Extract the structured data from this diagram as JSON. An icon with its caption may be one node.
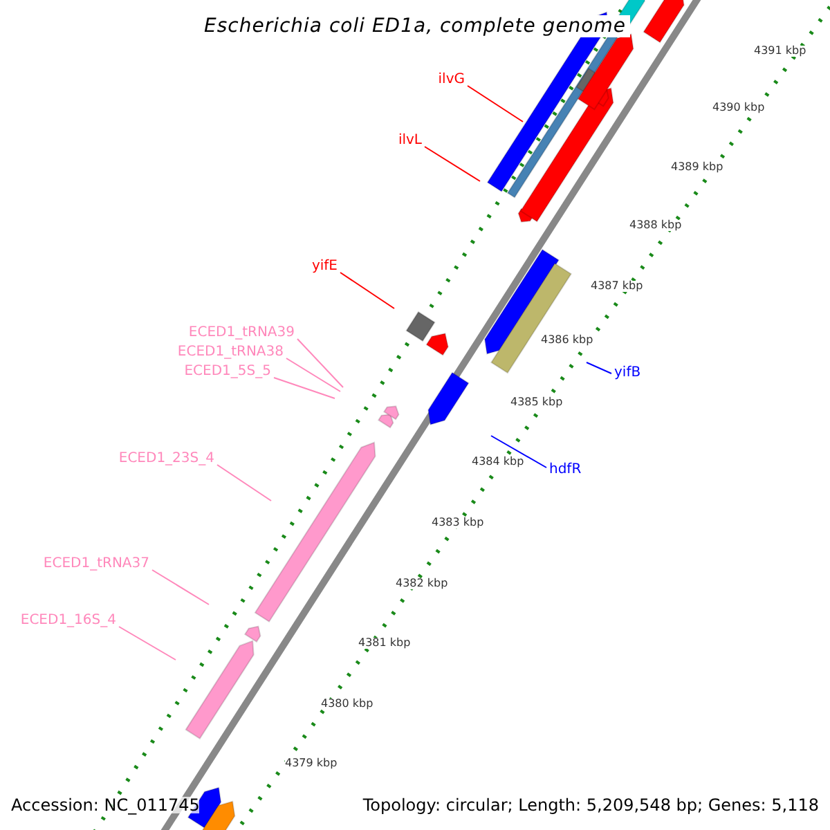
{
  "diagram": {
    "title": "Escherichia coli ED1a, complete genome",
    "nodes": [
      {
        "text": [
          "ilvG"
        ]
      },
      {
        "text": [
          "ilvL"
        ]
      },
      {
        "text": [
          "yifE"
        ]
      },
      {
        "text": [
          "ECED1_tRNA39"
        ]
      },
      {
        "text": [
          "ECED1_tRNA38"
        ]
      },
      {
        "text": [
          "ECED1_5S_5"
        ]
      },
      {
        "text": [
          "ECED1_23S_4"
        ]
      },
      {
        "text": [
          "ECED1_tRNA37"
        ]
      },
      {
        "text": [
          "ECED1_16S_4"
        ]
      },
      {
        "text": [
          "yifB"
        ]
      },
      {
        "text": [
          "hdfR"
        ]
      }
    ],
    "edges": [
      {
        "from": 0,
        "to": null,
        "arrow": "none",
        "color": "#ff0000"
      },
      {
        "from": 1,
        "to": null,
        "arrow": "none",
        "color": "#ff0000"
      },
      {
        "from": 2,
        "to": null,
        "arrow": "none",
        "color": "#ff0000"
      },
      {
        "from": 3,
        "to": null,
        "arrow": "none"
      },
      {
        "from": 4,
        "to": null,
        "arrow": "none"
      },
      {
        "from": 5,
        "to": null,
        "arrow": "none"
      },
      {
        "from": 6,
        "to": null,
        "arrow": "none"
      },
      {
        "from": 7,
        "to": null,
        "arrow": "none"
      },
      {
        "from": 8,
        "to": null,
        "arrow": "none"
      },
      {
        "from": 9,
        "to": null,
        "arrow": "none",
        "color": "#0000ff"
      },
      {
        "from": 10,
        "to": null,
        "arrow": "none",
        "color": "#0000ff"
      }
    ],
    "labels": [
      "4391 kbp",
      "4390 kbp",
      "4389 kbp",
      "4388 kbp",
      "4387 kbp",
      "4386 kbp",
      "4385 kbp",
      "4384 kbp",
      "4383 kbp",
      "4382 kbp",
      "4381 kbp",
      "4380 kbp",
      "4379 kbp",
      "Accession: NC_011745",
      "Topology: circular; Length: 5,209,548 bp; Genes: 5,118"
    ]
  }
}
